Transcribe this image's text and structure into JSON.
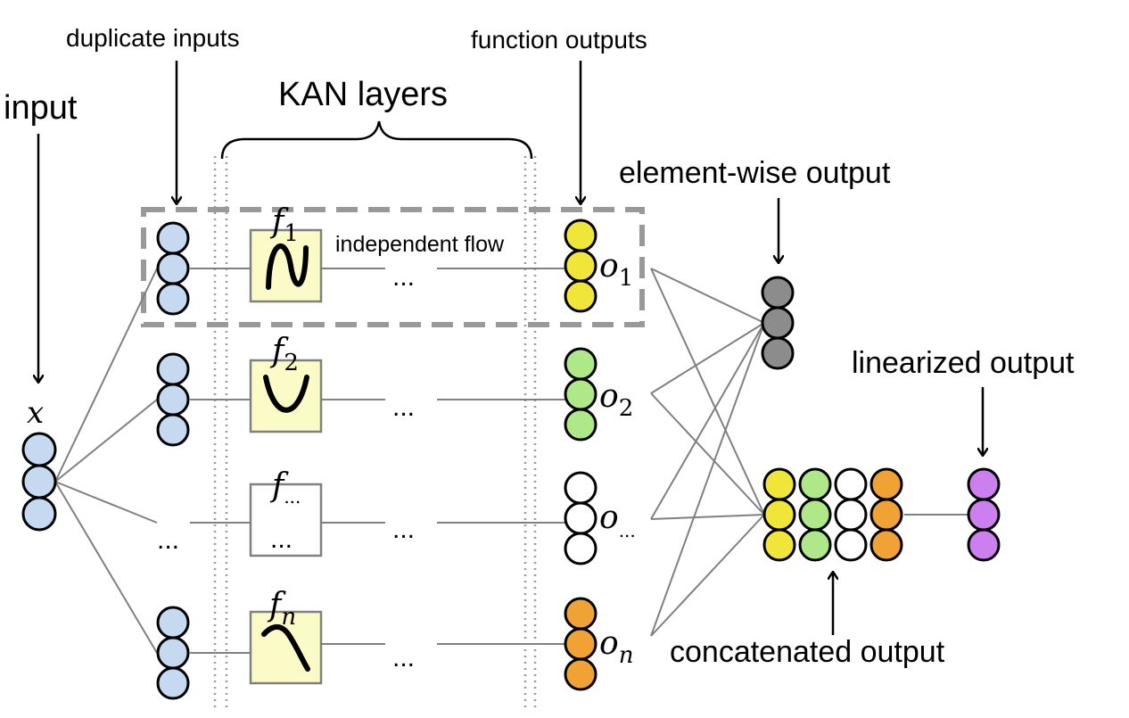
{
  "labels": {
    "input": "input",
    "duplicate_inputs": "duplicate inputs",
    "kan_layers": "KAN layers",
    "function_outputs": "function outputs",
    "element_wise_output": "element-wise output",
    "independent_flow": "independent flow",
    "linearized_output": "linearized output",
    "concatenated_output": "concatenated output"
  },
  "math": {
    "x": "x",
    "f": "f",
    "o": "o",
    "sub_1": "1",
    "sub_2": "2",
    "sub_dots": "...",
    "sub_n": "n"
  },
  "ellipsis": "...",
  "colors": {
    "input_node": "#c5d9f1",
    "output_1": "#f0e639",
    "output_2": "#aee889",
    "output_dots": "#ffffff",
    "output_n": "#f0a234",
    "element_wise": "#8c8c8c",
    "linearized": "#cc80f0",
    "function_box": "#fbfbc8",
    "wire": "#808080"
  }
}
